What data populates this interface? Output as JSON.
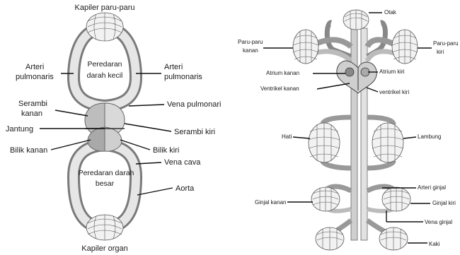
{
  "left": {
    "kapiler_paru": "Kapiler paru-paru",
    "arteri_pulmonaris_l1": "Arteri",
    "arteri_pulmonaris_l2": "pulmonaris",
    "arteri_pulmonaris_r1": "Arteri",
    "arteri_pulmonaris_r2": "pulmonaris",
    "peredaran_kecil_1": "Peredaran",
    "peredaran_kecil_2": "darah kecil",
    "serambi_kanan_1": "Serambi",
    "serambi_kanan_2": "kanan",
    "vena_pulmonari": "Vena pulmonari",
    "jantung": "Jantung",
    "serambi_kiri": "Serambi kiri",
    "bilik_kanan": "Bilik kanan",
    "bilik_kiri": "Bilik kiri",
    "vena_cava": "Vena cava",
    "peredaran_besar_1": "Peredaran darah",
    "peredaran_besar_2": "besar",
    "aorta": "Aorta",
    "kapiler_organ": "Kapiler organ"
  },
  "right": {
    "otak": "Otak",
    "paru_kanan_1": "Paru-paru",
    "paru_kanan_2": "kanan",
    "paru_kiri_1": "Paru-paru",
    "paru_kiri_2": "kiri",
    "atrium_kanan": "Atrium kanan",
    "atrium_kiri": "Atrium kiri",
    "ventrikel_kanan": "Ventrikel kanan",
    "ventrikel_kiri": "ventrikel kiri",
    "hati": "Hati",
    "lambung": "Lambung",
    "arteri_ginjal": "Arteri ginjal",
    "ginjal_kanan": "Ginjal kanan",
    "ginjal_kiri": "Ginjal kiri",
    "vena_ginjal": "Vena ginjal",
    "kaki": "Kaki"
  }
}
